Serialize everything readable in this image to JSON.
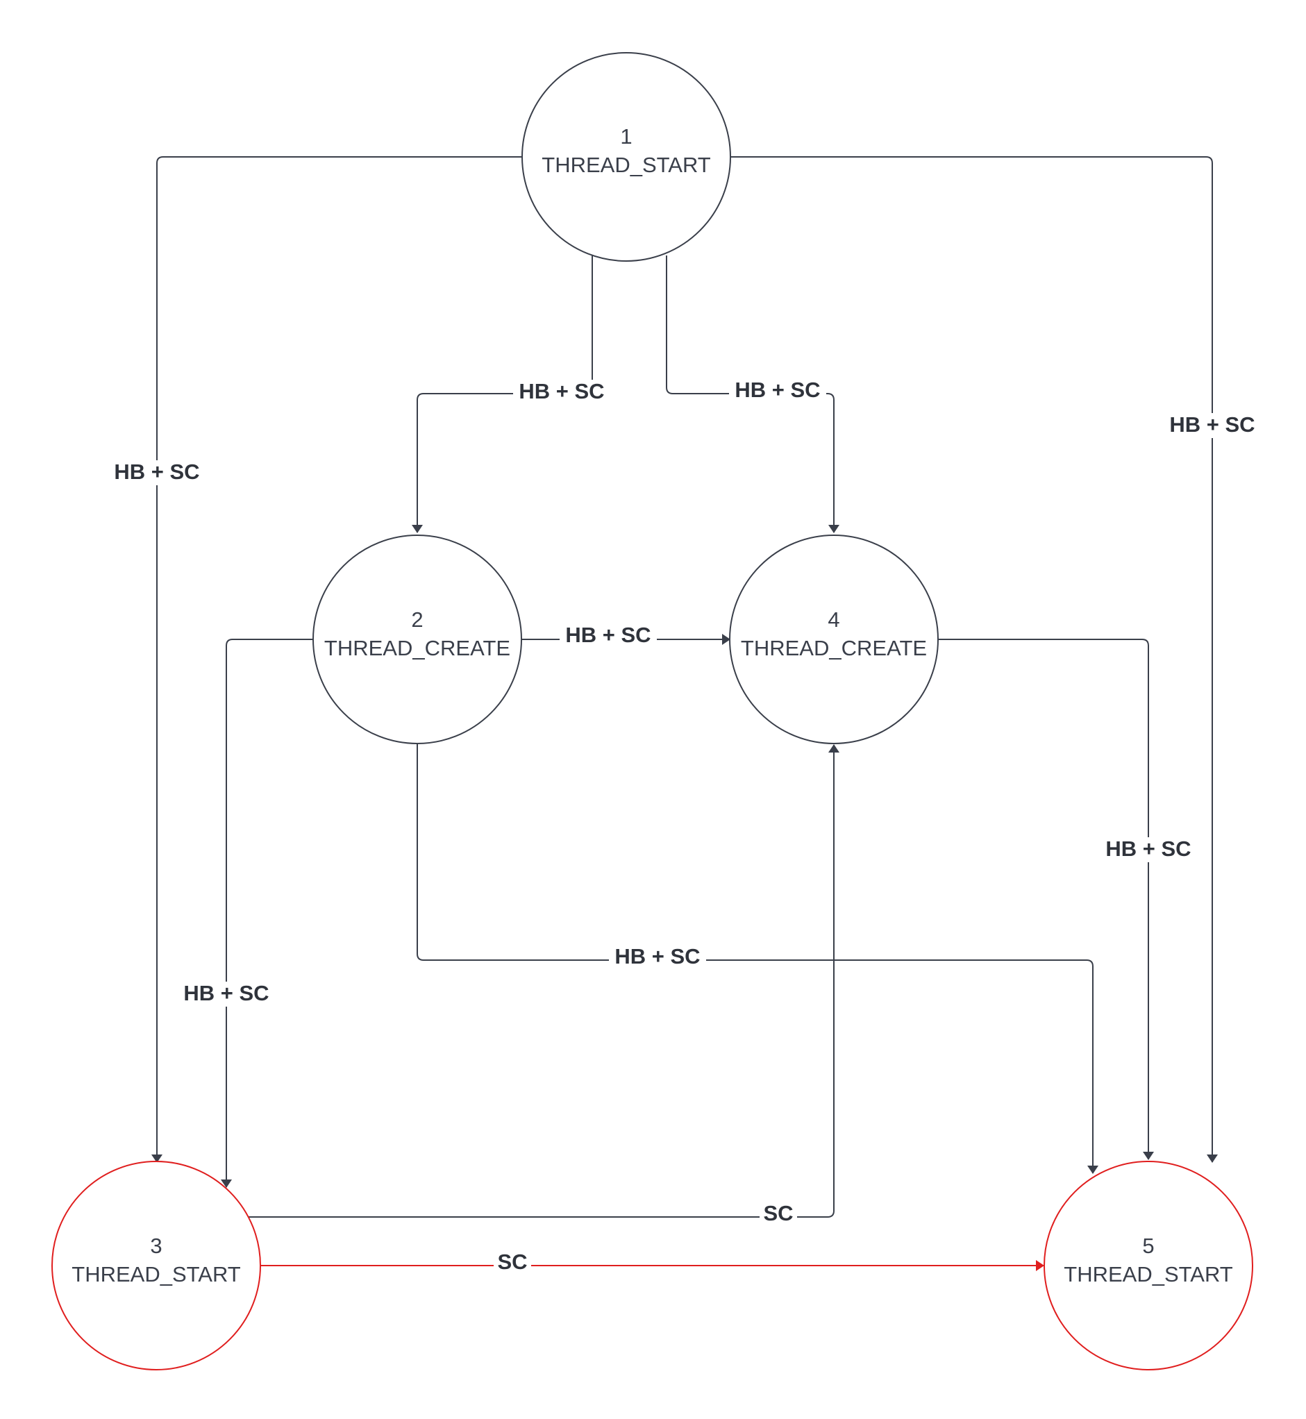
{
  "colors": {
    "default": "#3a3f4a",
    "highlight": "#e01e1e"
  },
  "nodes": [
    {
      "id": "n1",
      "number": "1",
      "label": "THREAD_START",
      "highlight": false
    },
    {
      "id": "n2",
      "number": "2",
      "label": "THREAD_CREATE",
      "highlight": false
    },
    {
      "id": "n3",
      "number": "3",
      "label": "THREAD_START",
      "highlight": true
    },
    {
      "id": "n4",
      "number": "4",
      "label": "THREAD_CREATE",
      "highlight": false
    },
    {
      "id": "n5",
      "number": "5",
      "label": "THREAD_START",
      "highlight": true
    }
  ],
  "edges": [
    {
      "id": "e1-2",
      "from": "1",
      "to": "2",
      "label": "HB + SC",
      "highlight": false
    },
    {
      "id": "e1-4",
      "from": "1",
      "to": "4",
      "label": "HB + SC",
      "highlight": false
    },
    {
      "id": "e1-3",
      "from": "1",
      "to": "3",
      "label": "HB + SC",
      "highlight": false
    },
    {
      "id": "e1-5",
      "from": "1",
      "to": "5",
      "label": "HB + SC",
      "highlight": false
    },
    {
      "id": "e2-4",
      "from": "2",
      "to": "4",
      "label": "HB + SC",
      "highlight": false
    },
    {
      "id": "e2-3",
      "from": "2",
      "to": "3",
      "label": "HB + SC",
      "highlight": false
    },
    {
      "id": "e2-5",
      "from": "2",
      "to": "5",
      "label": "HB + SC",
      "highlight": false
    },
    {
      "id": "e4-5",
      "from": "4",
      "to": "5",
      "label": "HB + SC",
      "highlight": false
    },
    {
      "id": "e3-4",
      "from": "3",
      "to": "4",
      "label": "SC",
      "highlight": false
    },
    {
      "id": "e3-5",
      "from": "3",
      "to": "5",
      "label": "SC",
      "highlight": true
    }
  ]
}
